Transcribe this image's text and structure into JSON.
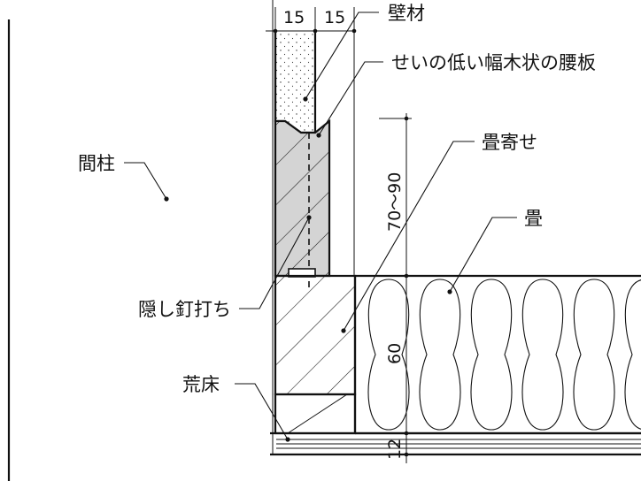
{
  "labels": {
    "wall_material": "壁材",
    "wainscot": "せいの低い幅木状の腰板",
    "tatami_edge": "畳寄せ",
    "tatami": "畳",
    "post": "間柱",
    "hidden_nail": "隠し釘打ち",
    "subfloor": "荒床"
  },
  "dimensions": {
    "wall_left": "15",
    "wall_right": "15",
    "height_range": "70～90",
    "tatami_thickness": "60",
    "subfloor_thickness": "12"
  },
  "colors": {
    "line": "#111111",
    "wainscot_fill": "#d4d4d4",
    "background": "#ffffff"
  }
}
